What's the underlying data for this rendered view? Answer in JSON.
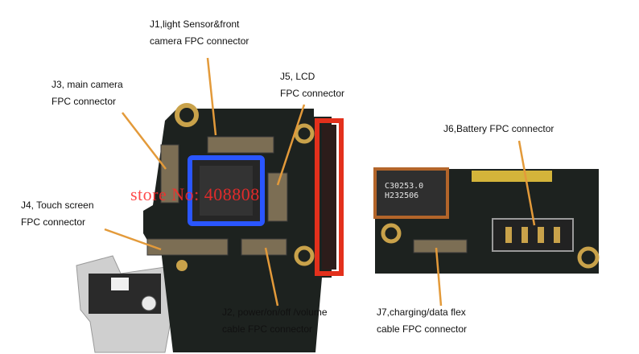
{
  "labels": {
    "j1_line1": "J1,light Sensor&front",
    "j1_line2": "camera FPC connector",
    "j3_line1": "J3, main camera",
    "j3_line2": "FPC connector",
    "j5_line1": "J5, LCD",
    "j5_line2": "FPC connector",
    "j6": "J6,Battery FPC connector",
    "j4_line1": "J4, Touch screen",
    "j4_line2": "FPC connector",
    "j2_line1": "J2, power/on/off /volume",
    "j2_line2": "cable FPC connector",
    "j7_line1": "J7,charging/data flex",
    "j7_line2": "cable FPC connector"
  },
  "watermark": "store No: 408808",
  "chip_markings": {
    "line1": "C30253.0",
    "line2": "H232506"
  },
  "colors": {
    "board": "#1d221f",
    "highlight_blue": "#2a56ff",
    "highlight_red": "#e3301c",
    "pointer_orange": "#e39a3a",
    "gold_ring": "#c9a24a"
  }
}
